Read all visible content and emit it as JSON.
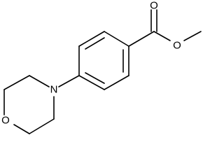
{
  "molecule": {
    "atoms": {
      "ester_carbonyl_oxygen": "O",
      "ester_ether_oxygen": "O",
      "amine_nitrogen": "N",
      "ring_oxygen": "O"
    }
  }
}
